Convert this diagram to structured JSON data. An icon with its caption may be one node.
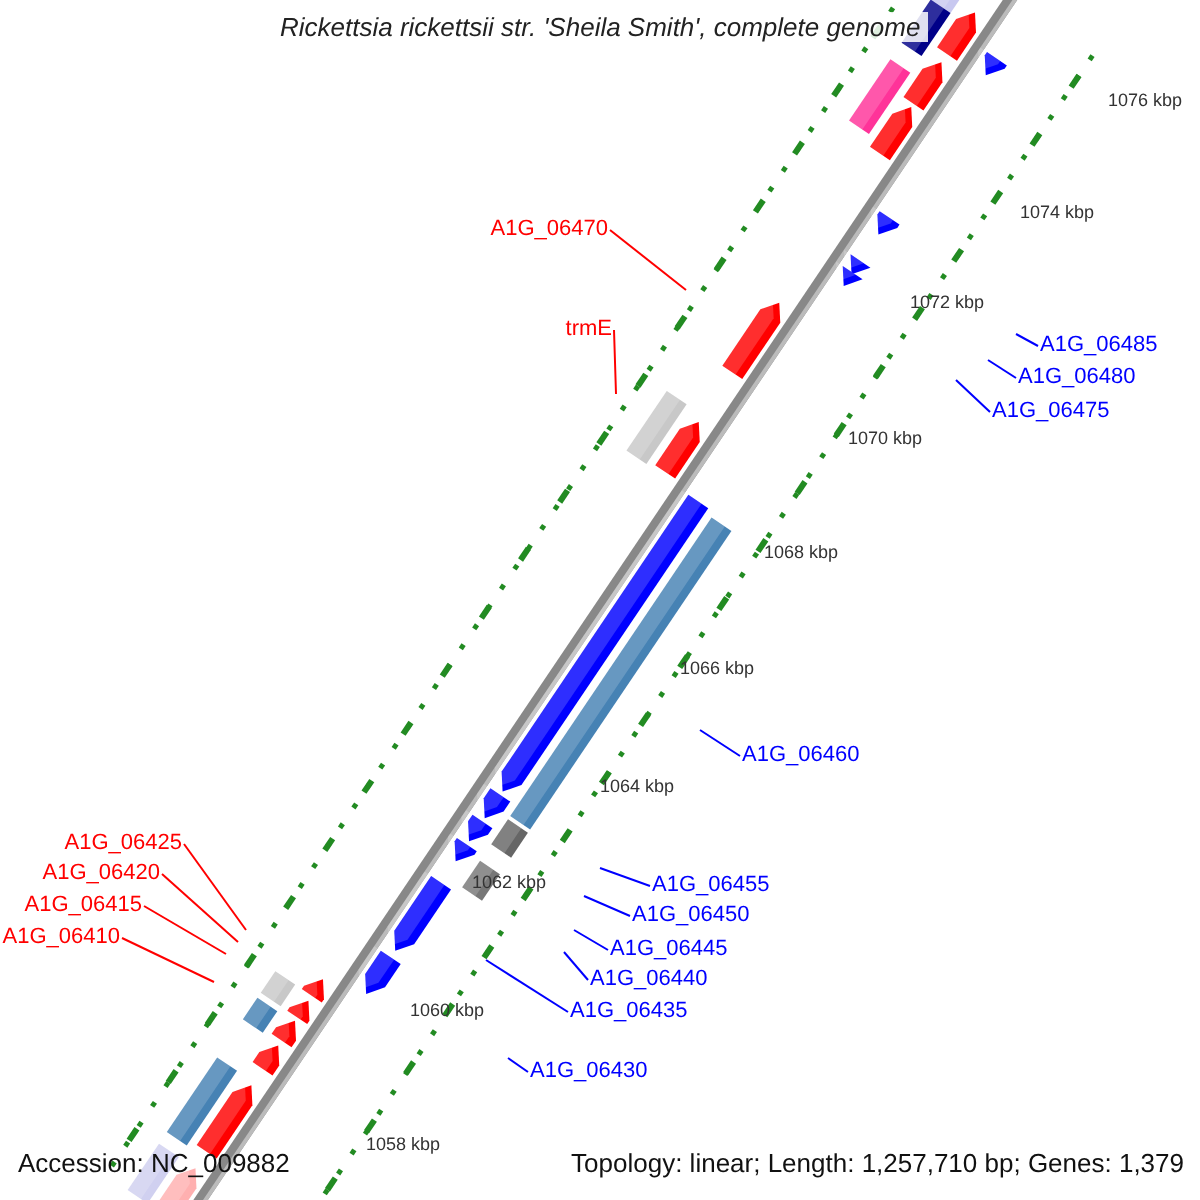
{
  "diagram": {
    "title": "Rickettsia rickettsii str. 'Sheila Smith', complete genome",
    "nodes": [
      {
        "text": [
          "A1G_06470"
        ]
      },
      {
        "text": [
          "trmE"
        ]
      },
      {
        "text": [
          "A1G_06485"
        ]
      },
      {
        "text": [
          "A1G_06480"
        ]
      },
      {
        "text": [
          "A1G_06475"
        ]
      },
      {
        "text": [
          "A1G_06460"
        ]
      },
      {
        "text": [
          "A1G_06425"
        ]
      },
      {
        "text": [
          "A1G_06420"
        ]
      },
      {
        "text": [
          "A1G_06455"
        ]
      },
      {
        "text": [
          "A1G_06415"
        ]
      },
      {
        "text": [
          "A1G_06450"
        ]
      },
      {
        "text": [
          "A1G_06410"
        ]
      },
      {
        "text": [
          "A1G_06445"
        ]
      },
      {
        "text": [
          "A1G_06440"
        ]
      },
      {
        "text": [
          "A1G_06435"
        ]
      },
      {
        "text": [
          "A1G_06430"
        ]
      }
    ],
    "edges": [
      {
        "from": 0,
        "to": null,
        "arrow": "none",
        "color": "#ff0000"
      },
      {
        "from": 1,
        "to": null,
        "arrow": "none",
        "color": "#ff0000"
      },
      {
        "from": 2,
        "to": null,
        "arrow": "none"
      },
      {
        "from": 3,
        "to": null,
        "arrow": "none"
      },
      {
        "from": 4,
        "to": null,
        "arrow": "none"
      },
      {
        "from": 5,
        "to": null,
        "arrow": "none"
      },
      {
        "from": 6,
        "to": null,
        "arrow": "none",
        "color": "#ff0000"
      },
      {
        "from": 7,
        "to": null,
        "arrow": "none",
        "color": "#ff0000"
      },
      {
        "from": 8,
        "to": null,
        "arrow": "none"
      },
      {
        "from": 9,
        "to": null,
        "arrow": "none",
        "color": "#ff0000"
      },
      {
        "from": 10,
        "to": null,
        "arrow": "none"
      },
      {
        "from": 11,
        "to": null,
        "arrow": "none",
        "color": "#ff0000"
      },
      {
        "from": 12,
        "to": null,
        "arrow": "none"
      },
      {
        "from": 13,
        "to": null,
        "arrow": "none"
      },
      {
        "from": 14,
        "to": null,
        "arrow": "none"
      },
      {
        "from": 15,
        "to": null,
        "arrow": "none"
      }
    ],
    "labels": [
      "1076 kbp",
      "1074 kbp",
      "1072 kbp",
      "1070 kbp",
      "1068 kbp",
      "1066 kbp",
      "1064 kbp",
      "1062 kbp",
      "1060 kbp",
      "1058 kbp",
      "Accession: NC_009882",
      "Topology: linear; Length: 1,257,710 bp; Genes: 1,379"
    ]
  }
}
